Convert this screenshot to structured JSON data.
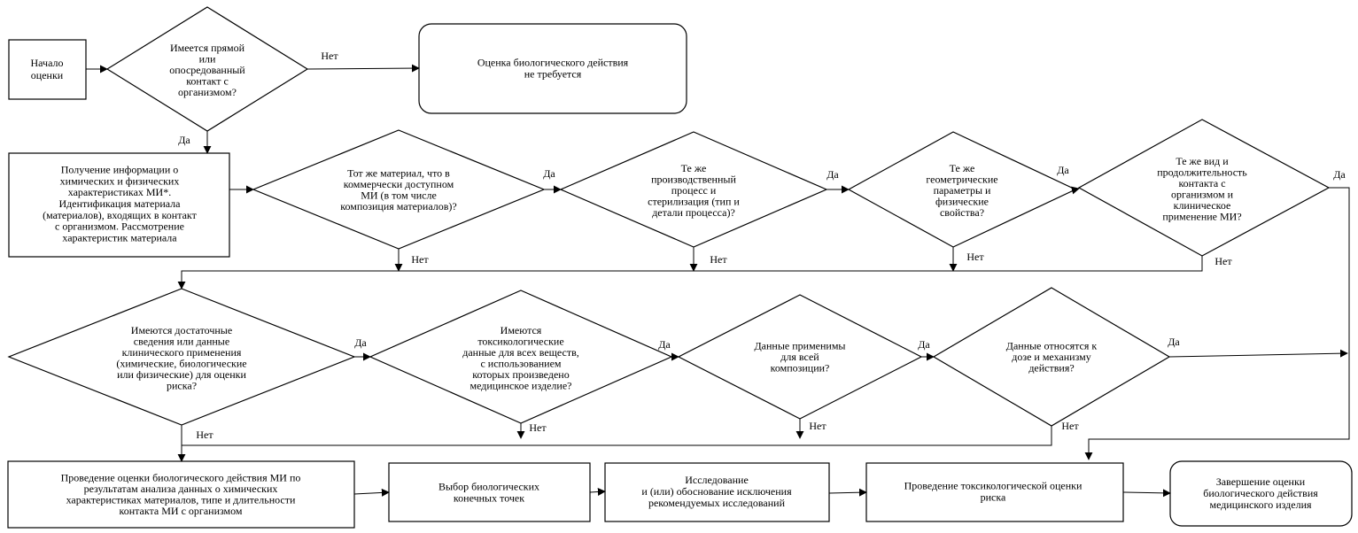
{
  "nodes": {
    "start": [
      "Начало",
      "оценки"
    ],
    "q_contact": [
      "Имеется прямой",
      "или",
      "опосредованный",
      "контакт с",
      "организмом?"
    ],
    "no_eval": [
      "Оценка биологического действия",
      "не требуется"
    ],
    "info": [
      "Получение информации о",
      "химических и физических",
      "характеристиках МИ*.",
      "Идентификация материала",
      "(материалов), входящих в контакт",
      "с организмом. Рассмотрение",
      "характеристик материала"
    ],
    "q_same_material": [
      "Тот же материал, что в",
      "коммерчески доступном",
      "МИ (в том числе",
      "композиция материалов)?"
    ],
    "q_same_process": [
      "Те же",
      "производственный",
      "процесс и",
      "стерилизация (тип и",
      "детали процесса)?"
    ],
    "q_same_geometry": [
      "Те же",
      "геометрические",
      "параметры и",
      "физические",
      "свойства?"
    ],
    "q_same_contact": [
      "Те же вид и",
      "продолжительность",
      "контакта с",
      "организмом и",
      "клиническое",
      "применение МИ?"
    ],
    "q_sufficient": [
      "Имеются достаточные",
      "сведения или данные",
      "клинического применения",
      "(химические, биологические",
      "или физические) для оценки",
      "риска?"
    ],
    "q_tox_data": [
      "Имеются",
      "токсикологические",
      "данные для всех веществ,",
      "с использованием",
      "которых произведено",
      "медицинское изделие?"
    ],
    "q_applicable": [
      "Данные применимы",
      "для всей",
      "композиции?"
    ],
    "q_dose": [
      "Данные относятся к",
      "дозе и механизму",
      "действия?"
    ],
    "bio_eval": [
      "Проведение оценки биологического действия МИ по",
      "результатам анализа данных о химических",
      "характеристиках материалов, типе и длительности",
      "контакта МИ с организмом"
    ],
    "endpoints": [
      "Выбор биологических",
      "конечных точек"
    ],
    "research": [
      "Исследование",
      "и (или) обоснование исключения",
      "рекомендуемых исследований"
    ],
    "tox_eval": [
      "Проведение токсикологической оценки",
      "риска"
    ],
    "finish": [
      "Завершение оценки",
      "биологического действия",
      "медицинского изделия"
    ]
  },
  "edge_labels": {
    "yes": "Да",
    "no": "Нет"
  }
}
